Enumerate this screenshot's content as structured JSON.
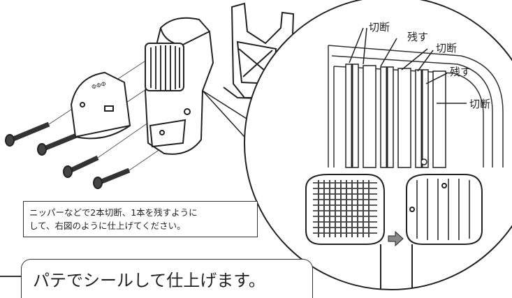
{
  "labels": {
    "cut_1": "切断",
    "leave_1": "残す",
    "cut_2": "切断",
    "leave_2": "残す",
    "cut_3": "切断"
  },
  "note": {
    "line1": "ニッパーなどで2本切断、1本を残すように",
    "line2": "して、右図のように仕上げてください。"
  },
  "caption": "パテでシールして仕上げます。"
}
